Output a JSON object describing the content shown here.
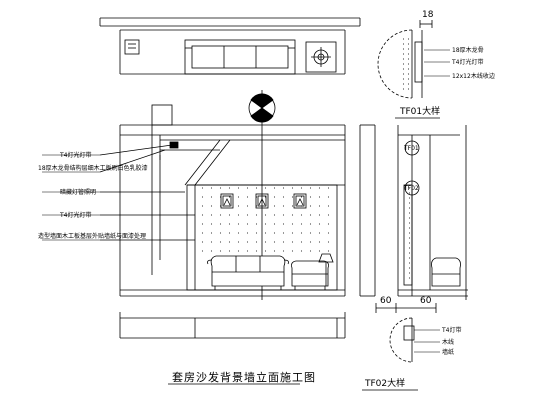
{
  "drawing": {
    "title": "套房沙发背景墙立面施工图",
    "detail_tf01": {
      "label": "TF01大样",
      "dim": "18",
      "bubble_ref": "TF01"
    },
    "detail_tf02": {
      "label": "TF02大样",
      "dim_left": "60",
      "dim_right": "60",
      "bubble_ref": "TF02"
    }
  },
  "callouts": {
    "left": [
      "T4灯光灯带",
      "18厚木龙骨结构层细木工板刷白色乳胶漆",
      "暗藏灯管照明",
      "T4灯光灯带",
      "造型墙面木工板基层外贴墙纸与面漆处理"
    ],
    "tf01": [
      "18厚木龙骨",
      "T4灯光灯带",
      "12x12木线收边"
    ],
    "tf02": [
      "T4灯带",
      "木线",
      "墙纸"
    ]
  }
}
